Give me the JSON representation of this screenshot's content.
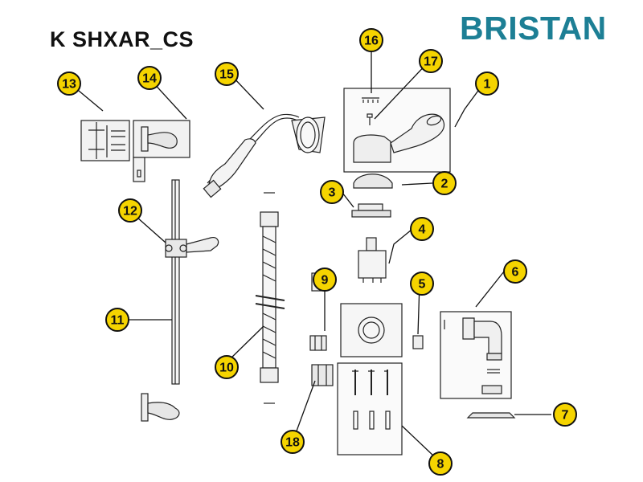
{
  "title": "K SHXAR_CS",
  "brand": {
    "name": "BRISTAN",
    "color": "#1d7f95"
  },
  "callout_style": {
    "fill": "#f5d400",
    "stroke": "#111111"
  },
  "callouts": [
    {
      "label": "1"
    },
    {
      "label": "2"
    },
    {
      "label": "3"
    },
    {
      "label": "4"
    },
    {
      "label": "5"
    },
    {
      "label": "6"
    },
    {
      "label": "7"
    },
    {
      "label": "8"
    },
    {
      "label": "9"
    },
    {
      "label": "10"
    },
    {
      "label": "11"
    },
    {
      "label": "12"
    },
    {
      "label": "13"
    },
    {
      "label": "14"
    },
    {
      "label": "15"
    },
    {
      "label": "16"
    },
    {
      "label": "17"
    },
    {
      "label": "18"
    }
  ]
}
